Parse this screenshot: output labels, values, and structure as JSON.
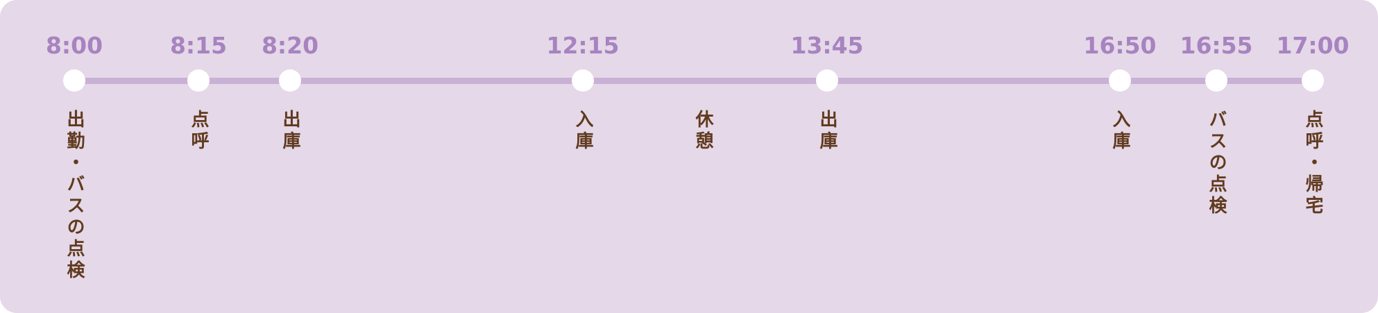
{
  "timeline": {
    "events": [
      {
        "time": "8:00",
        "label": "出勤・バスの点検"
      },
      {
        "time": "8:15",
        "label": "点呼"
      },
      {
        "time": "8:20",
        "label": "出庫"
      },
      {
        "time": "12:15",
        "label": "入庫"
      },
      {
        "time": "",
        "label": "休憩"
      },
      {
        "time": "13:45",
        "label": "出庫"
      },
      {
        "time": "16:50",
        "label": "入庫"
      },
      {
        "time": "16:55",
        "label": "バスの点検"
      },
      {
        "time": "17:00",
        "label": "点呼・帰宅"
      }
    ]
  },
  "colors": {
    "background": "#e5d8e8",
    "track": "#c9b1d6",
    "time_text": "#a783c0",
    "label_text": "#603a1e",
    "marker": "#ffffff"
  }
}
